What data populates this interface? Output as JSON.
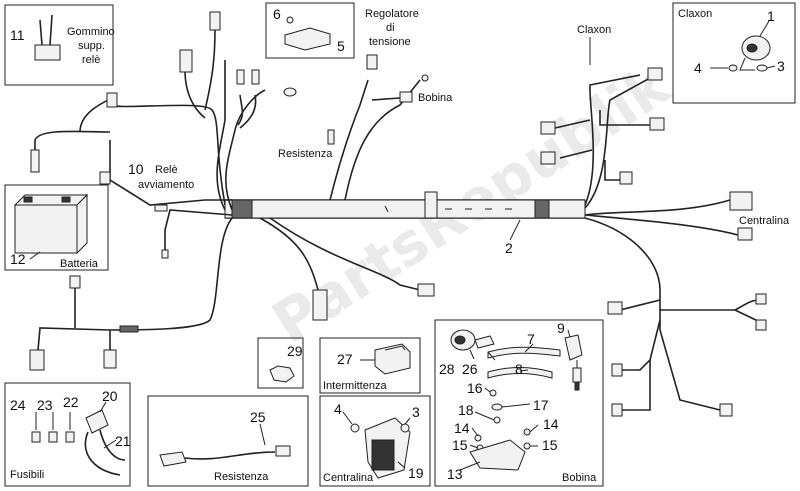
{
  "watermark": "PartsRepublik",
  "labels": {
    "gommino": [
      "Gommino",
      "supp.",
      "relè"
    ],
    "regolatore": [
      "Regolatore",
      "di",
      "tensione"
    ],
    "claxon_top": "Claxon",
    "claxon_box": "Claxon",
    "bobina_main": "Bobina",
    "resistenza_main": "Resistenza",
    "rele_avviamento": [
      "Relè",
      "avviamento"
    ],
    "batteria": "Batteria",
    "centralina_main": "Centralina",
    "intermittenza": "Intermittenza",
    "fusibili": "Fusibili",
    "resistenza_box": "Resistenza",
    "centralina_box": "Centralina",
    "bobina_box": "Bobina"
  },
  "callouts": {
    "n1": "1",
    "n2": "2",
    "n3a": "3",
    "n3b": "3",
    "n4a": "4",
    "n4b": "4",
    "n5": "5",
    "n6": "6",
    "n7": "7",
    "n8": "8",
    "n9": "9",
    "n10": "10",
    "n11": "11",
    "n12": "12",
    "n13": "13",
    "n14a": "14",
    "n14b": "14",
    "n15a": "15",
    "n15b": "15",
    "n16": "16",
    "n17": "17",
    "n18": "18",
    "n19": "19",
    "n20": "20",
    "n21": "21",
    "n22": "22",
    "n23": "23",
    "n24": "24",
    "n25": "25",
    "n26": "26",
    "n27": "27",
    "n28": "28",
    "n29": "29"
  }
}
